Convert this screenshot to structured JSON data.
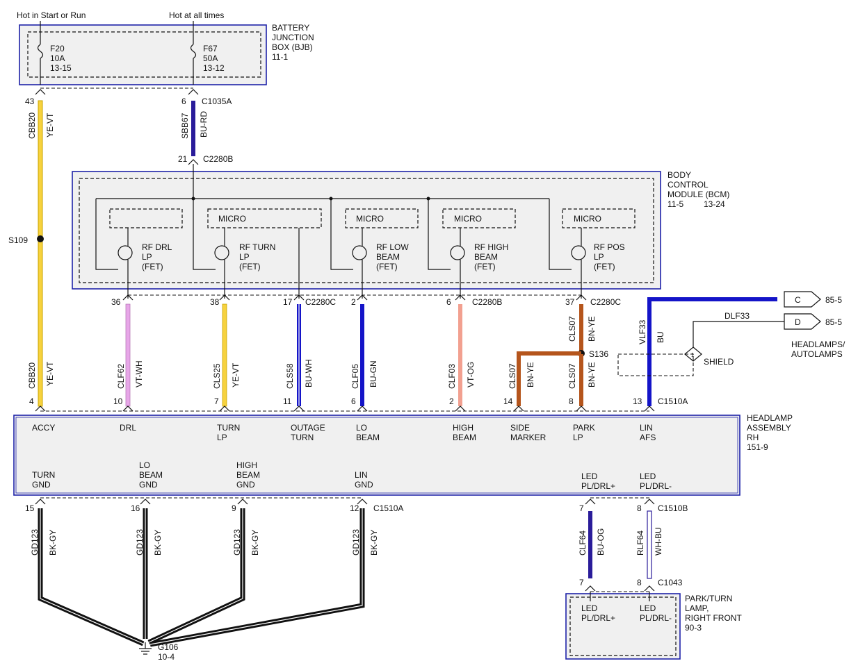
{
  "supply": {
    "run_label": "Hot in Start or Run",
    "always_label": "Hot at all times"
  },
  "bjb": {
    "title_lines": [
      "BATTERY",
      "JUNCTION",
      "BOX (BJB)",
      "11-1"
    ],
    "fuses": [
      {
        "lines": [
          "F20",
          "10A",
          "13-15"
        ]
      },
      {
        "lines": [
          "F67",
          "50A",
          "13-12"
        ]
      }
    ]
  },
  "bcm": {
    "title_lines": [
      "BODY",
      "CONTROL",
      "MODULE (BCM)",
      "11-5",
      "13-24"
    ],
    "micro_label": "MICRO",
    "fets": [
      {
        "lines": [
          "RF DRL",
          "LP",
          "(FET)"
        ]
      },
      {
        "lines": [
          "RF TURN",
          "LP",
          "(FET)"
        ]
      },
      {
        "lines": [
          "RF LOW",
          "BEAM",
          "(FET)"
        ]
      },
      {
        "lines": [
          "RF HIGH",
          "BEAM",
          "(FET)"
        ]
      },
      {
        "lines": [
          "RF POS",
          "LP",
          "(FET)"
        ]
      }
    ]
  },
  "headlamp": {
    "title_lines": [
      "HEADLAMP",
      "ASSEMBLY",
      "RH",
      "151-9"
    ],
    "top_pins": [
      {
        "lines": [
          "ACCY"
        ]
      },
      {
        "lines": [
          "DRL"
        ]
      },
      {
        "lines": [
          "TURN",
          "LP"
        ]
      },
      {
        "lines": [
          "OUTAGE",
          "TURN"
        ]
      },
      {
        "lines": [
          "LO",
          "BEAM"
        ]
      },
      {
        "lines": [
          "HIGH",
          "BEAM"
        ]
      },
      {
        "lines": [
          "SIDE",
          "MARKER"
        ]
      },
      {
        "lines": [
          "PARK",
          "LP"
        ]
      },
      {
        "lines": [
          "LIN",
          "AFS"
        ]
      }
    ],
    "bottom_pins": [
      {
        "lines": [
          "TURN",
          "GND"
        ]
      },
      {
        "lines": [
          "LO",
          "BEAM",
          "GND"
        ]
      },
      {
        "lines": [
          "HIGH",
          "BEAM",
          "GND"
        ]
      },
      {
        "lines": [
          "LIN",
          "GND"
        ]
      },
      {
        "lines": [
          "LED",
          "PL/DRL+"
        ]
      },
      {
        "lines": [
          "LED",
          "PL/DRL-"
        ]
      }
    ]
  },
  "park_lamp": {
    "title_lines": [
      "PARK/TURN",
      "LAMP,",
      "RIGHT FRONT",
      "90-3"
    ],
    "pins": [
      {
        "lines": [
          "LED",
          "PL/DRL+"
        ]
      },
      {
        "lines": [
          "LED",
          "PL/DRL-"
        ]
      }
    ]
  },
  "wires": [
    {
      "circuit": "CBB20",
      "color": "YE-VT"
    },
    {
      "circuit": "SBB67",
      "color": "BU-RD"
    },
    {
      "circuit": "CBB20",
      "color": "YE-VT"
    },
    {
      "circuit": "CLF62",
      "color": "VT-WH"
    },
    {
      "circuit": "CLS25",
      "color": "YE-VT"
    },
    {
      "circuit": "CLS58",
      "color": "BU-WH"
    },
    {
      "circuit": "CLF05",
      "color": "BU-GN"
    },
    {
      "circuit": "CLF03",
      "color": "VT-OG"
    },
    {
      "circuit": "CLS07",
      "color": "BN-YE"
    },
    {
      "circuit": "CLS07",
      "color": "BN-YE"
    },
    {
      "circuit": "CLS07",
      "color": "BN-YE"
    },
    {
      "circuit": "VLF33",
      "color": "BU"
    },
    {
      "circuit": "GD123",
      "color": "BK-GY"
    },
    {
      "circuit": "GD123",
      "color": "BK-GY"
    },
    {
      "circuit": "GD123",
      "color": "BK-GY"
    },
    {
      "circuit": "GD123",
      "color": "BK-GY"
    },
    {
      "circuit": "CLF64",
      "color": "BU-OG"
    },
    {
      "circuit": "RLF64",
      "color": "WH-BU"
    }
  ],
  "connectors": {
    "c1035a": "C1035A",
    "c2280b": "C2280B",
    "c2280c": "C2280C",
    "c2280b_2": "C2280B",
    "c2280c_2": "C2280C",
    "c1510a": "C1510A",
    "c1510a_2": "C1510A",
    "c1510b": "C1510B",
    "c1043": "C1043"
  },
  "pin_numbers": {
    "p43": "43",
    "p6": "6",
    "p21": "21",
    "p36": "36",
    "p38": "38",
    "p17": "17",
    "p2": "2",
    "p6b": "6",
    "p37": "37",
    "p4": "4",
    "p10": "10",
    "p7": "7",
    "p11": "11",
    "p6c": "6",
    "p2b": "2",
    "p14": "14",
    "p8": "8",
    "p13": "13",
    "p15": "15",
    "p16": "16",
    "p9": "9",
    "p12": "12",
    "p7b": "7",
    "p8b": "8",
    "p7c": "7",
    "p8c": "8"
  },
  "splices": {
    "s109": "S109",
    "s136": "S136"
  },
  "ground": {
    "name": "G106",
    "ref": "10-4"
  },
  "shield": {
    "label": "SHIELD",
    "number": "1"
  },
  "refs": {
    "c_letter": "C",
    "c_page": "85-5",
    "d_letter": "D",
    "d_page": "85-5",
    "dlf33": "DLF33",
    "title_lines": [
      "HEADLAMPS/",
      "AUTOLAMPS"
    ]
  },
  "colors": {
    "yellow": "#f7d23e",
    "yellow_border": "#c9a400",
    "blue": "#1414c8",
    "blue_dark": "#2a1c9a",
    "pink": "#e7a6e8",
    "salmon": "#f2a090",
    "brown": "#b5551c",
    "ground_wire": "#111111",
    "box_border": "#1e22a8"
  }
}
